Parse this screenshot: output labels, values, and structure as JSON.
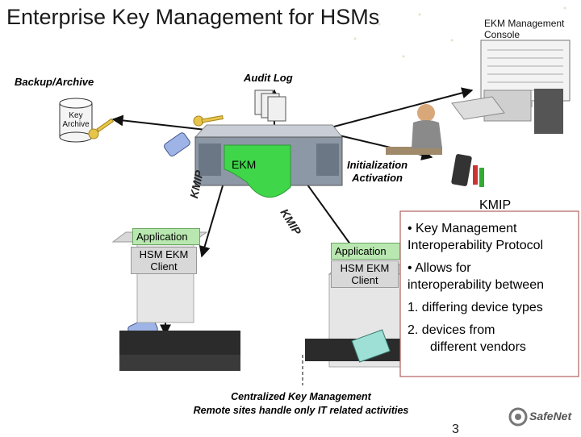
{
  "title": "Enterprise Key Management for HSMs",
  "console_label": [
    "EKM Management",
    "Console"
  ],
  "audit_log": "Audit Log",
  "backup_archive": "Backup/Archive",
  "key_archive": [
    "Key",
    "Archive"
  ],
  "ekm_label": "EKM",
  "init_activation": [
    "Initialization",
    "Activation"
  ],
  "kmip_left": "KMIP",
  "kmip_right": "KMIP",
  "left_client": {
    "app": "Application",
    "hsm": [
      "HSM EKM",
      "Client"
    ]
  },
  "right_client": {
    "app": "Application",
    "hsm": [
      "HSM EKM",
      "Client"
    ]
  },
  "panel": {
    "heading": "KMIP",
    "bullet1": [
      "• Key Management",
      "Interoperability Protocol"
    ],
    "bullet2": [
      "• Allows for",
      "interoperability between"
    ],
    "item1": "1.  differing device types",
    "item2": [
      "2.  devices from",
      "different vendors"
    ]
  },
  "footer": [
    "Centralized Key Management",
    "Remote sites handle only IT related activities"
  ],
  "page_number": "3",
  "logo": "SafeNet",
  "colors": {
    "kmip_panel_border": "#b06060",
    "app_fill": "#b9e7b0",
    "ekm_green": "#3fd64a"
  }
}
